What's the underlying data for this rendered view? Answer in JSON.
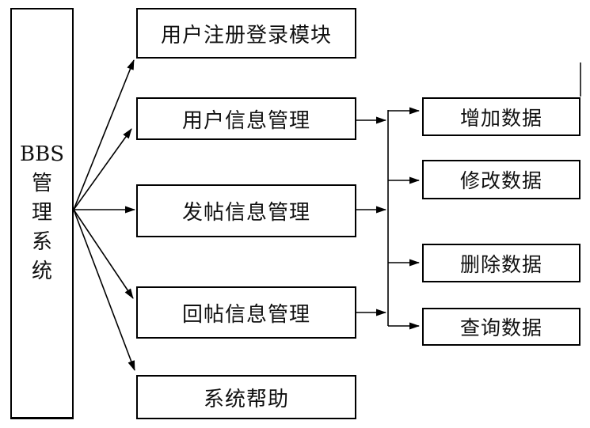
{
  "diagram": {
    "root": {
      "lines": [
        "BBS",
        "管",
        "理",
        "系",
        "统"
      ]
    },
    "modules": [
      {
        "label": "用户注册登录模块"
      },
      {
        "label": "用户信息管理"
      },
      {
        "label": "发帖信息管理"
      },
      {
        "label": "回帖信息管理"
      },
      {
        "label": "系统帮助"
      }
    ],
    "operations": [
      {
        "label": "增加数据"
      },
      {
        "label": "修改数据"
      },
      {
        "label": "删除数据"
      },
      {
        "label": "查询数据"
      }
    ],
    "colors": {
      "line": "#000000",
      "background": "#ffffff",
      "text": "#111111"
    }
  }
}
